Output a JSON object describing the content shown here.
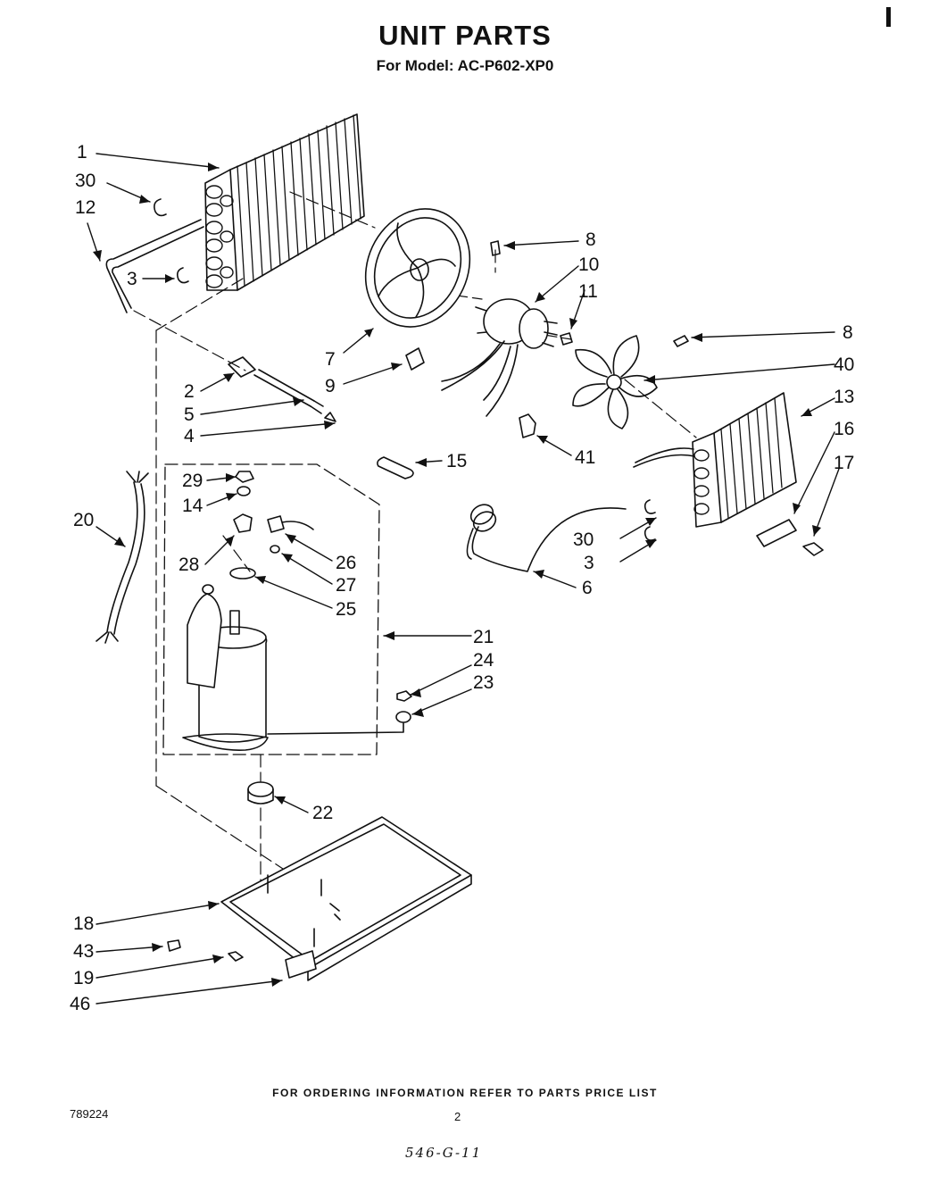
{
  "header": {
    "title": "UNIT PARTS",
    "subtitle": "For Model: AC-P602-XP0"
  },
  "callouts": {
    "c1": "1",
    "c30a": "30",
    "c12": "12",
    "c3a": "3",
    "c2": "2",
    "c5": "5",
    "c4": "4",
    "c7": "7",
    "c9": "9",
    "c8a": "8",
    "c10": "10",
    "c11": "11",
    "c8b": "8",
    "c40": "40",
    "c13": "13",
    "c16": "16",
    "c17": "17",
    "c41": "41",
    "c15": "15",
    "c20": "20",
    "c29": "29",
    "c14": "14",
    "c28": "28",
    "c26": "26",
    "c27": "27",
    "c25": "25",
    "c21": "21",
    "c24": "24",
    "c23": "23",
    "c30b": "30",
    "c3b": "3",
    "c6": "6",
    "c22": "22",
    "c18": "18",
    "c43": "43",
    "c19": "19",
    "c46": "46"
  },
  "footer": {
    "note": "FOR ORDERING INFORMATION REFER TO PARTS PRICE LIST",
    "doc_number": "789224",
    "page_number": "2",
    "handwritten": "546-G-11"
  }
}
